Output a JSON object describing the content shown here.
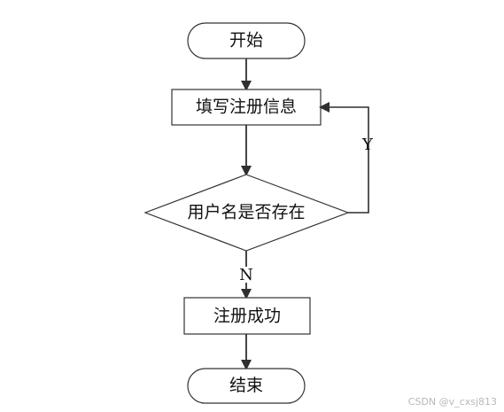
{
  "nodes": {
    "start": {
      "label": "开始"
    },
    "fill_in": {
      "label": "填写注册信息"
    },
    "check": {
      "label": "用户名是否存在"
    },
    "success": {
      "label": "注册成功"
    },
    "end": {
      "label": "结束"
    }
  },
  "edges": {
    "yes_label": "Y",
    "no_label": "N"
  },
  "watermark": "CSDN @v_cxsj813"
}
